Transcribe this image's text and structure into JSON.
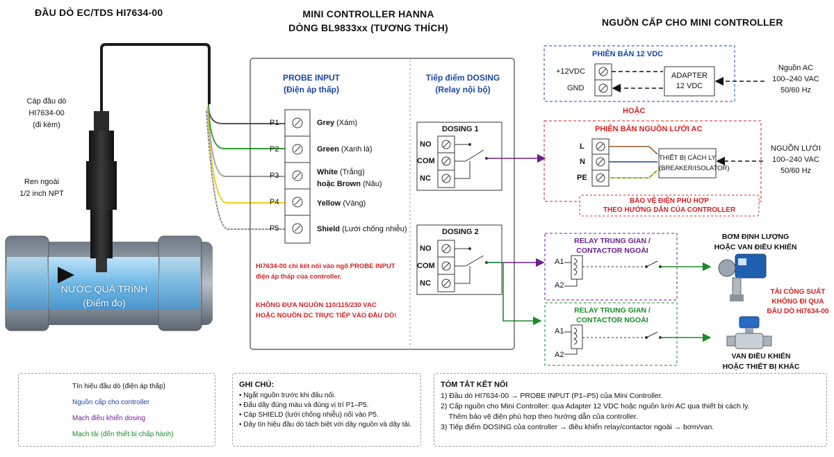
{
  "probe": {
    "title": "ĐẦU DÒ EC/TDS HI7634-00",
    "cable_label": [
      "Cáp đầu dò",
      "HI7634-00",
      "(đi kèm)"
    ],
    "thread_label": [
      "Ren ngoài",
      "1/2 inch NPT"
    ],
    "pipe_label": [
      "NƯỚC QUÁ TRÌNH",
      "(Điểm đo)"
    ]
  },
  "controller": {
    "title": [
      "MINI CONTROLLER HANNA",
      "DÒNG BL9833xx (TƯƠNG THÍCH)"
    ],
    "probe_input_title": [
      "PROBE INPUT",
      "(Điện áp thấp)"
    ],
    "dosing_title": [
      "Tiếp điểm DOSING",
      "(Relay nội bộ)"
    ],
    "terminals": [
      {
        "pin": "P1",
        "name": "Grey",
        "desc": "(Xám)",
        "color": "#7a7a7a"
      },
      {
        "pin": "P2",
        "name": "Green",
        "desc": "(Xanh lá)",
        "color": "#2a9d2a"
      },
      {
        "pin": "P3",
        "name": "White",
        "desc": "(Trắng)",
        "name2": "hoặc Brown",
        "desc2": "(Nâu)",
        "color": "#bdbdbd"
      },
      {
        "pin": "P4",
        "name": "Yellow",
        "desc": "(Vàng)",
        "color": "#e8d21a"
      },
      {
        "pin": "P5",
        "name": "Shield",
        "desc": "(Lưới chống nhiễu)",
        "color": "#9a9a9a"
      }
    ],
    "dosing1": {
      "title": "DOSING 1",
      "no": "NO",
      "com": "COM",
      "nc": "NC"
    },
    "dosing2": {
      "title": "DOSING 2",
      "no": "NO",
      "com": "COM",
      "nc": "NC"
    },
    "warning1": [
      "HI7634-00 chỉ kết nối vào ngõ PROBE INPUT",
      "điện áp thấp của controller."
    ],
    "warning2": [
      "KHÔNG ĐƯA NGUỒN 110/115/230 VAC",
      "HOẶC NGUỒN DC TRỰC TIẾP VÀO ĐẦU DÒ!"
    ]
  },
  "power": {
    "title": "NGUỒN CẤP CHO MINI CONTROLLER",
    "dc": {
      "title": "PHIÊN BẢN 12 VDC",
      "v12": "+12VDC",
      "gnd": "GND",
      "adapter": [
        "ADAPTER",
        "12 VDC"
      ],
      "source": [
        "Nguồn AC",
        "100–240 VAC",
        "50/60 Hz"
      ]
    },
    "or": "HOẶC",
    "ac": {
      "title": "PHIÊN BẢN NGUỒN LƯỚI AC",
      "l": "L",
      "n": "N",
      "pe": "PE",
      "isolator": [
        "THIẾT BỊ CÁCH LY",
        "(BREAKER/ISOLATOR)"
      ],
      "source": [
        "NGUỒN LƯỚI",
        "100–240 VAC",
        "50/60 Hz"
      ],
      "protect": [
        "BẢO VỆ ĐIỆN PHÙ HỢP",
        "THEO HƯỚNG DẪN CỦA CONTROLLER"
      ]
    }
  },
  "relays": {
    "relay1": {
      "title": [
        "RELAY TRUNG GIAN /",
        "CONTACTOR NGOÀI"
      ],
      "a1": "A1",
      "a2": "A2"
    },
    "relay2": {
      "title": [
        "RELAY TRUNG GIAN /",
        "CONTACTOR NGOÀI"
      ],
      "a1": "A1",
      "a2": "A2"
    },
    "pump_label": [
      "BƠM ĐỊNH LƯỢNG",
      "HOẶC VAN ĐIỀU KHIỂN"
    ],
    "load_warning": [
      "TẢI CÔNG SUẤT",
      "KHÔNG ĐI QUA",
      "ĐẦU DÒ HI7634-00"
    ],
    "valve_label": [
      "VAN ĐIỀU KHIỂN",
      "HOẶC THIẾT BỊ KHÁC"
    ]
  },
  "legend": {
    "items": [
      {
        "text": "Tín hiệu đầu dò (điện áp thấp)",
        "color": "#111111",
        "style": "solid"
      },
      {
        "text": "Nguồn cấp cho controller",
        "color": "#1a47a8",
        "style": "dashed"
      },
      {
        "text": "Mạch điều khiển dosing",
        "color": "#6a1f8e",
        "style": "solid"
      },
      {
        "text": "Mạch tải (đến thiết bị chấp hành)",
        "color": "#1c8a2b",
        "style": "solid"
      }
    ]
  },
  "notes": {
    "title": "GHI CHÚ:",
    "items": [
      "• Ngắt nguồn trước khi đấu nối.",
      "• Đấu dây đúng màu và đúng vị trí P1–P5.",
      "• Cáp SHIELD (lưới chống nhiễu) nối vào P5.",
      "• Dây tín hiệu đầu dò tách biệt với dây nguồn và dây tải."
    ]
  },
  "summary": {
    "title": "TÓM TẮT KẾT NỐI",
    "items": [
      "1) Đầu dò HI7634-00 → PROBE INPUT (P1–P5) của Mini Controller.",
      "2) Cấp nguồn cho Mini Controller: qua Adapter 12 VDC hoặc nguồn lưới AC qua thiết bị cách ly.",
      "    Thêm bảo vệ điện phù hợp theo hướng dẫn của controller.",
      "3) Tiếp điểm DOSING của controller → điều khiển relay/contactor ngoài → bơm/van."
    ]
  }
}
